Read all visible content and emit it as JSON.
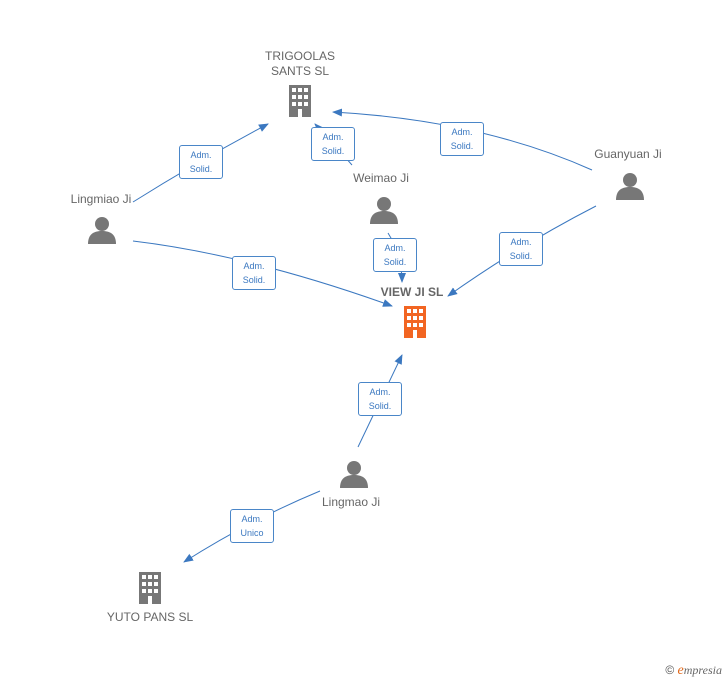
{
  "nodes": {
    "trigoolas": {
      "line1": "TRIGOOLAS",
      "line2": "SANTS  SL"
    },
    "view_ji": {
      "label": "VIEW JI  SL"
    },
    "yuto_pans": {
      "label": "YUTO PANS  SL"
    },
    "lingmiao": {
      "label": "Lingmiao Ji"
    },
    "weimao": {
      "label": "Weimao Ji"
    },
    "guanyuan": {
      "label": "Guanyuan Ji"
    },
    "lingmao": {
      "label": "Lingmao Ji"
    }
  },
  "edges": [
    {
      "line1": "Adm.",
      "line2": "Solid."
    },
    {
      "line1": "Adm.",
      "line2": "Solid."
    },
    {
      "line1": "Adm.",
      "line2": "Solid."
    },
    {
      "line1": "Adm.",
      "line2": "Solid."
    },
    {
      "line1": "Adm.",
      "line2": "Solid."
    },
    {
      "line1": "Adm.",
      "line2": "Solid."
    },
    {
      "line1": "Adm.",
      "line2": "Solid."
    },
    {
      "line1": "Adm.",
      "line2": "Unico"
    }
  ],
  "colors": {
    "edge": "#3b78c0",
    "company": "#777777",
    "center_company": "#f26522",
    "person": "#777777"
  },
  "footer": {
    "symbol": "©",
    "brand_initial": "e",
    "brand_rest": "mpresia"
  }
}
